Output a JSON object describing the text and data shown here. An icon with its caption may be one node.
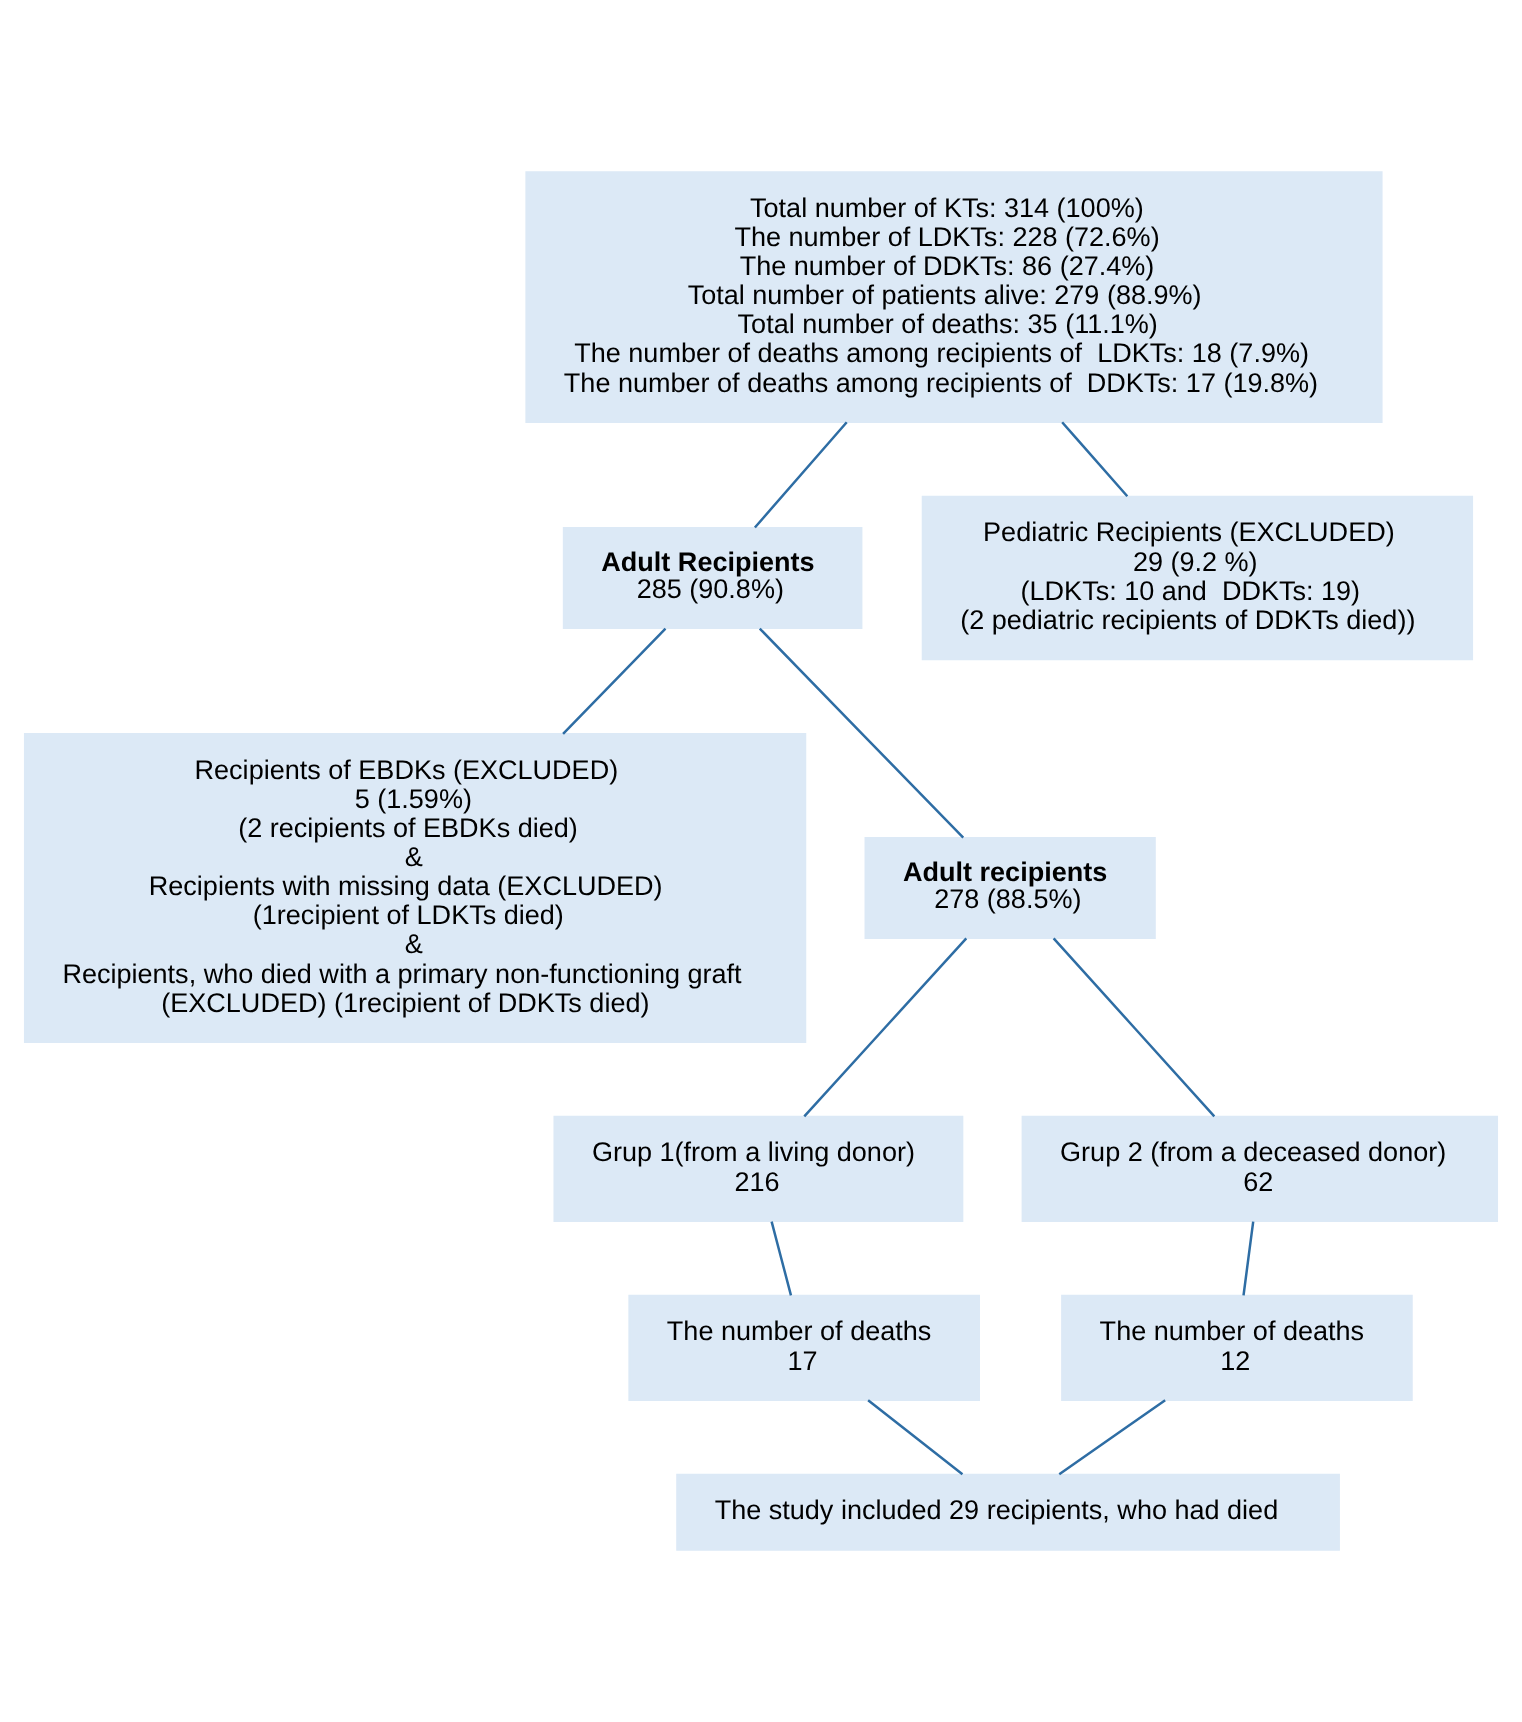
{
  "diagram": {
    "nodes": [
      {
        "text": [
          "Total number of KTs: 314 (100%)",
          "The number of LDKTs: 228 (72.6%)",
          "The number of DDKTs: 86 (27.4%)",
          "Total number of patients alive: 279 (88.9%)",
          "Total number of deaths: 35 (11.1%)",
          "The number of deaths among recipients of  LDKTs: 18 (7.9%)",
          "The number of deaths among recipients of  DDKTs: 17 (19.8%)"
        ]
      },
      {
        "text": [
          "Adult Recipients",
          "285 (90.8%)"
        ]
      },
      {
        "text": [
          "Pediatric Recipients (EXCLUDED)",
          "29 (9.2 %)",
          "(LDKTs: 10 and  DDKTs: 19)",
          "(2 pediatric recipients of DDKTs died))"
        ]
      },
      {
        "text": [
          "Recipients of EBDKs (EXCLUDED)",
          "5 (1.59%)",
          "(2 recipients of EBDKs died)",
          "&",
          "Recipients with missing data (EXCLUDED)",
          "(1recipient of LDKTs died)",
          "&",
          "Recipients, who died with a primary non-functioning graft",
          "(EXCLUDED) (1recipient of DDKTs died)"
        ]
      },
      {
        "text": [
          "Adult recipients",
          "278 (88.5%)"
        ]
      },
      {
        "text": [
          "Grup 1(from a living donor)",
          "216"
        ]
      },
      {
        "text": [
          "Grup 2 (from a deceased donor)",
          "62"
        ]
      },
      {
        "text": [
          "The number of deaths",
          "17"
        ]
      },
      {
        "text": [
          "The number of deaths",
          "12"
        ]
      },
      {
        "text": [
          "The study included 29 recipients, who had died"
        ]
      }
    ],
    "edges": [
      {
        "from": 0,
        "to": 1,
        "arrow": "none"
      },
      {
        "from": 0,
        "to": 2,
        "arrow": "none"
      },
      {
        "from": 1,
        "to": 3,
        "arrow": "none"
      },
      {
        "from": 1,
        "to": 4,
        "arrow": "none"
      },
      {
        "from": 4,
        "to": 5,
        "arrow": "none"
      },
      {
        "from": 4,
        "to": 6,
        "arrow": "none"
      },
      {
        "from": 5,
        "to": 7,
        "arrow": "none"
      },
      {
        "from": 6,
        "to": 8,
        "arrow": "none"
      },
      {
        "from": 7,
        "to": 9,
        "arrow": "none"
      },
      {
        "from": 8,
        "to": 9,
        "arrow": "none"
      }
    ]
  }
}
